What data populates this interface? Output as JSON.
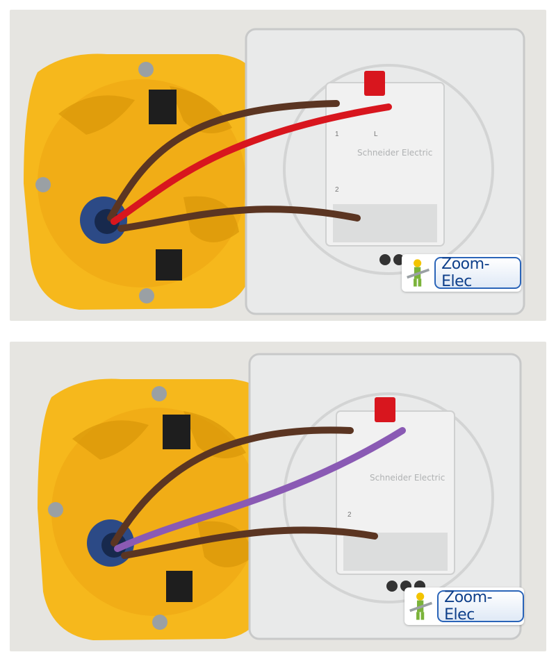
{
  "panels": [
    {
      "caption": "",
      "wires": [
        "brown",
        "red",
        "brown"
      ],
      "terminal_marks": [
        "1",
        "2",
        "L"
      ],
      "switch_brand": "Schneider Electric"
    },
    {
      "caption": "",
      "wires": [
        "brown",
        "violet",
        "brown"
      ],
      "terminal_marks": [
        "2"
      ],
      "switch_brand": "Schneider Electric"
    }
  ],
  "watermark": {
    "brand": "Zoom-Elec"
  },
  "colors": {
    "box_yellow": "#f6b81c",
    "box_shadow": "#d99608",
    "switch_white": "#e9eaea",
    "wire_brown": "#5b3522",
    "wire_red": "#d8161e",
    "wire_violet": "#8a5ab4",
    "grommet_blue": "#2c4a86",
    "background_grey": "#e6e5e1"
  }
}
